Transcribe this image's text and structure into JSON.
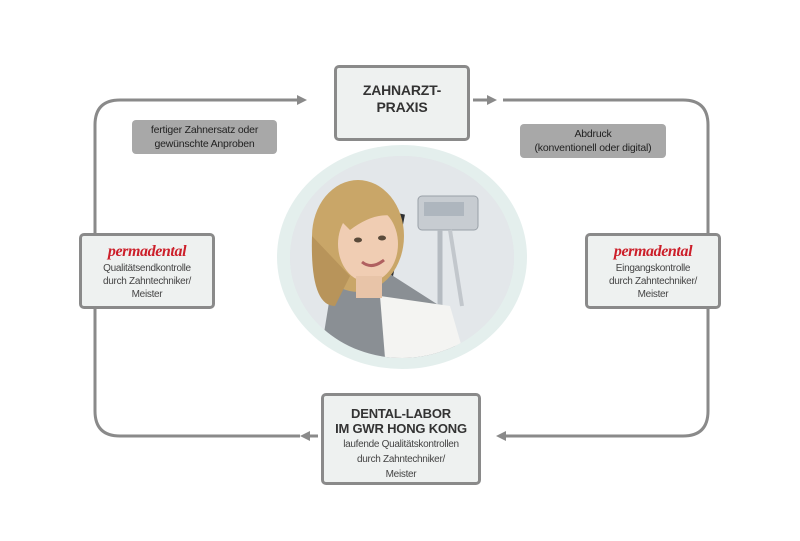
{
  "nodes": {
    "praxis": {
      "title_line1": "ZAHNARZT-",
      "title_line2": "PRAXIS"
    },
    "labor": {
      "title_line1": "DENTAL-LABOR",
      "title_line2": "IM GWR HONG KONG",
      "desc_line1": "laufende Qualitätskontrollen",
      "desc_line2": "durch Zahntechniker/",
      "desc_line3": "Meister"
    },
    "left": {
      "brand": "permadental",
      "desc_line1": "Qualitätsendkontrolle",
      "desc_line2": "durch Zahntechniker/",
      "desc_line3": "Meister"
    },
    "right": {
      "brand": "permadental",
      "desc_line1": "Eingangskontrolle",
      "desc_line2": "durch Zahntechniker/",
      "desc_line3": "Meister"
    }
  },
  "labels": {
    "left": {
      "line1": "fertiger Zahnersatz oder",
      "line2": "gewünschte Anproben"
    },
    "right": {
      "line1": "Abdruck",
      "line2": "(konventionell oder digital)"
    }
  },
  "colors": {
    "brand": "#cc1f2a",
    "box_border": "#8a8a8a",
    "box_fill": "#eef1f0",
    "label_fill": "#a8a8a8",
    "connector": "#8a8a8a"
  },
  "icons": {
    "center_image": "dental-patient-photo"
  }
}
